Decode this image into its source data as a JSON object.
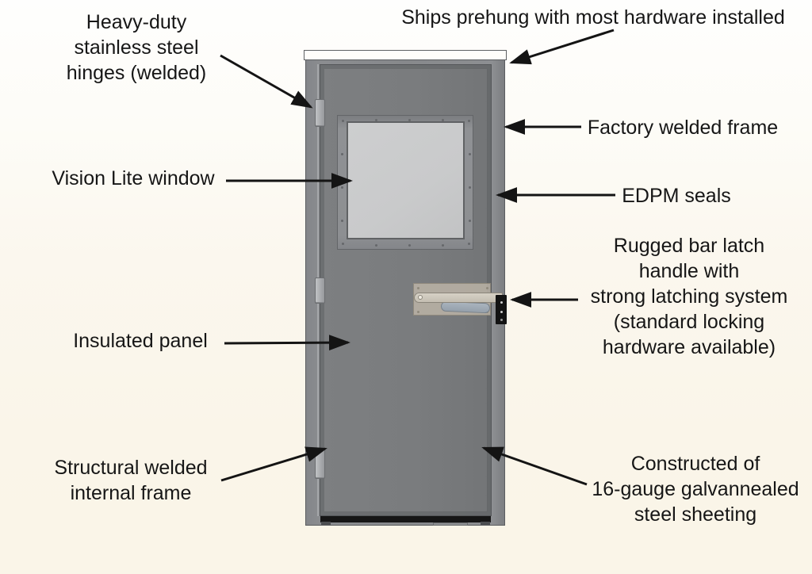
{
  "diagram": {
    "subject": "Prehung steel door with callouts",
    "callouts": {
      "hinges": "Heavy-duty\nstainless steel\nhinges (welded)",
      "prehung": "Ships prehung with most hardware installed",
      "factory_frame": "Factory welded frame",
      "vision_window": "Vision Lite window",
      "edpm_seals": "EDPM seals",
      "latch": "Rugged bar latch\nhandle with\nstrong latching system\n(standard locking\nhardware available)",
      "insulated": "Insulated panel",
      "structural": "Structural welded\ninternal frame",
      "constructed": "Constructed of\n16-gauge galvannealed\nsteel sheeting"
    },
    "colors": {
      "background_top": "#fefefd",
      "background_bottom": "#faf5e8",
      "door_leaf": "#7a7c7e",
      "door_frame": "#87898c",
      "window_glass": "#c9cacb",
      "latch_plate": "#c1b9aa",
      "latch_handle": "#9fa9b3",
      "strike_plate": "#131313",
      "door_sweep": "#161616",
      "text": "#161616",
      "arrow": "#141414"
    }
  }
}
